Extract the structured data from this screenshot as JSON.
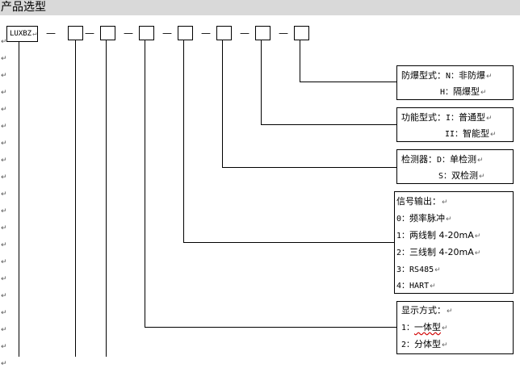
{
  "section_title": "产品选型",
  "model_prefix": "LUXBZ",
  "separator": "—",
  "paragraph_mark": "↵",
  "options": {
    "explosion": {
      "label": "防爆型式：",
      "items": [
        {
          "code": "N：",
          "text": "非防爆"
        },
        {
          "code": "H：",
          "text": "隔爆型"
        }
      ]
    },
    "function": {
      "label": "功能型式：",
      "items": [
        {
          "code": "I：",
          "text": "普通型"
        },
        {
          "code": "II：",
          "text": "智能型"
        }
      ]
    },
    "detector": {
      "label": "检测器：",
      "items": [
        {
          "code": "D：",
          "text": "单检测"
        },
        {
          "code": "S：",
          "text": "双检测"
        }
      ]
    },
    "signal": {
      "label": "信号输出：",
      "items": [
        {
          "code": "0：",
          "text": "频率脉冲"
        },
        {
          "code": "1：",
          "text": "两线制 4-20mA"
        },
        {
          "code": "2：",
          "text": "三线制 4-20mA"
        },
        {
          "code": "3：",
          "text": "RS485"
        },
        {
          "code": "4：",
          "text": "HART"
        }
      ]
    },
    "display": {
      "label": "显示方式：",
      "items": [
        {
          "code": "1：",
          "text": "一体型"
        },
        {
          "code": "2：",
          "text": "分体型"
        }
      ]
    }
  }
}
